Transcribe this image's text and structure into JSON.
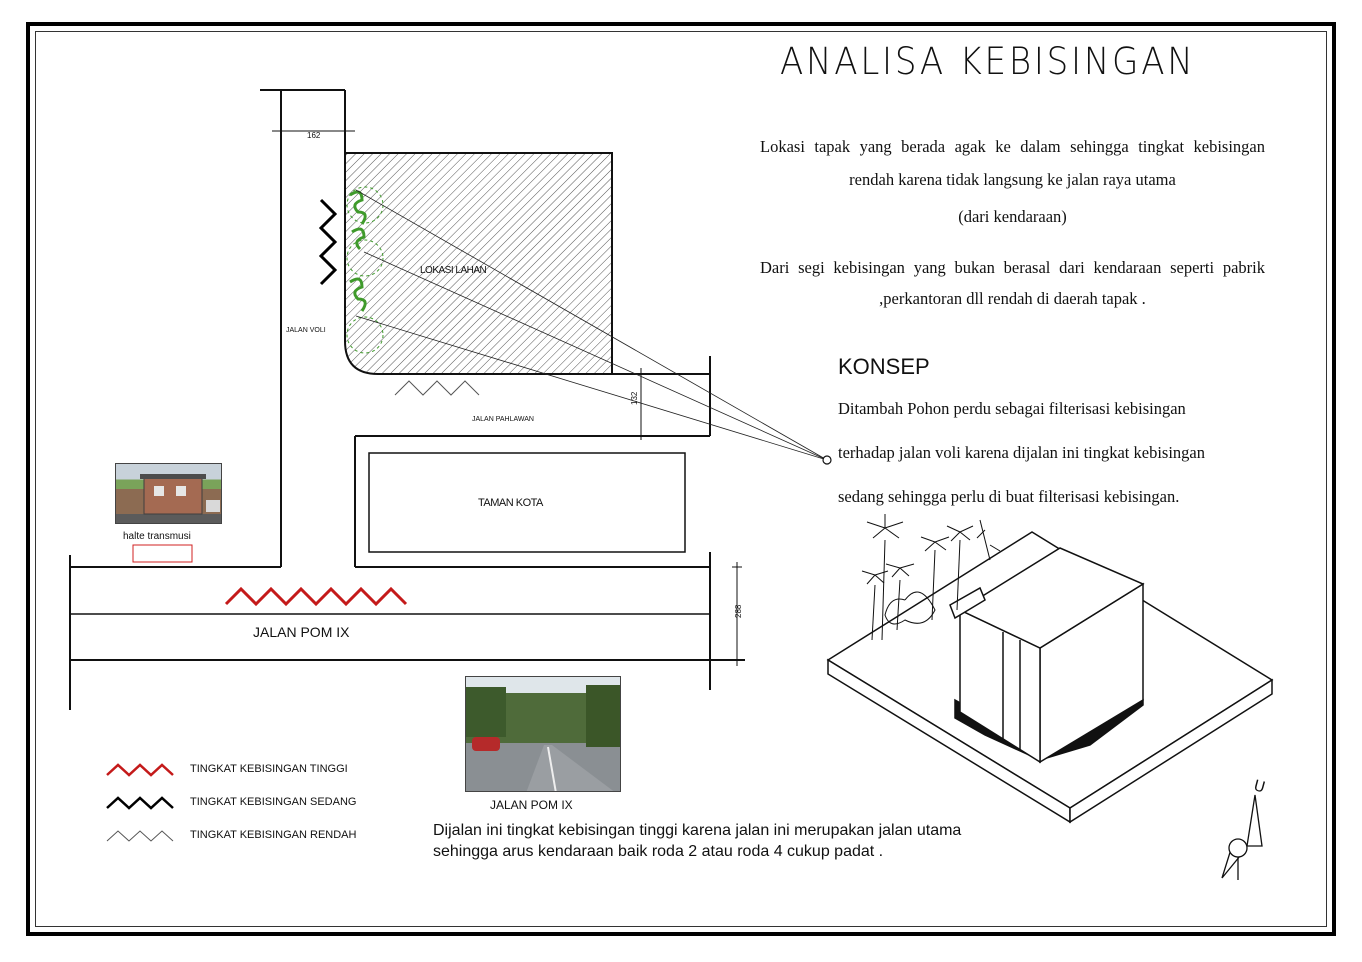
{
  "title": "ANALISA KEBISINGAN",
  "description": {
    "paragraph1": "Lokasi tapak yang berada agak ke dalam sehingga tingkat kebisingan rendah karena tidak langsung ke jalan raya utama",
    "paragraph2": "(dari kendaraan)",
    "paragraph3": "Dari segi kebisingan yang bukan berasal dari kendaraan seperti pabrik ,perkantoran dll rendah di daerah tapak ."
  },
  "konsep": {
    "title": "KONSEP",
    "lines": [
      "Ditambah Pohon perdu sebagai filterisasi kebisingan",
      "terhadap jalan voli karena dijalan ini tingkat kebisingan",
      "sedang sehingga perlu di buat filterisasi kebisingan."
    ]
  },
  "site_plan": {
    "site_label": "LOKASI LAHAN",
    "road_voli": "JALAN VOLI",
    "road_pahlawan": "JALAN PAHLAWAN",
    "park_label": "TAMAN KOTA",
    "road_pom": "JALAN POM IX",
    "dim_top": "162",
    "dim_side": "132",
    "dim_road": "288",
    "halte_label": "halte transmusi"
  },
  "photo_caption": "JALAN POM IX",
  "legend": [
    {
      "label": "TINGKAT KEBISINGAN TINGGI",
      "color": "#c41a1a"
    },
    {
      "label": "TINGKAT KEBISINGAN SEDANG",
      "color": "#000000"
    },
    {
      "label": "TINGKAT KEBISINGAN RENDAH",
      "color": "#555555"
    }
  ],
  "bottom_note": "Dijalan ini tingkat kebisingan tinggi karena jalan ini merupakan jalan utama sehingga arus kendaraan baik roda 2 atau roda 4 cukup padat .",
  "north_label": "U",
  "colors": {
    "high_noise": "#c41a1a",
    "tree_green": "#3f9a2b",
    "halte_box": "#d02020"
  }
}
